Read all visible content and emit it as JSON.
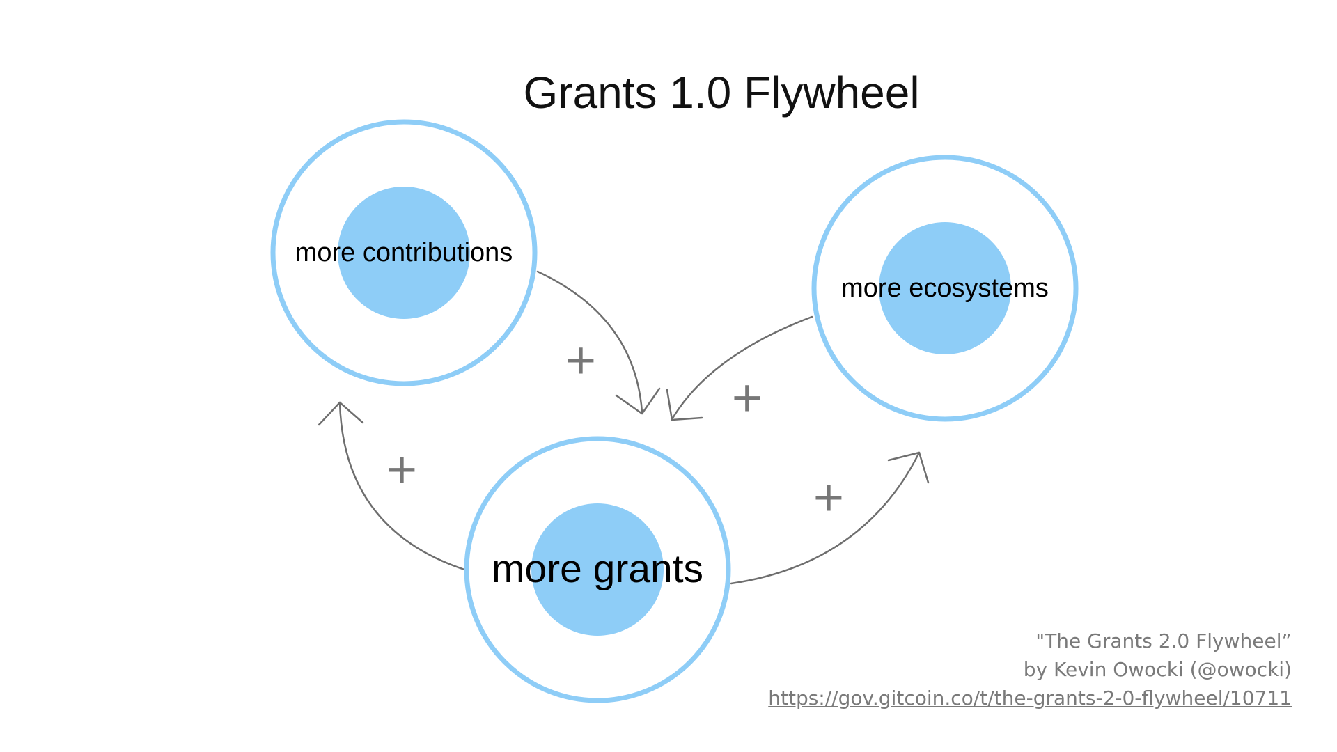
{
  "title": "Grants 1.0 Flywheel",
  "colors": {
    "ring": "#8ecdf7",
    "fill": "#8ecdf7",
    "arrow": "#6e6e6e",
    "plus": "#777777",
    "credit": "#7a7a7a"
  },
  "nodes": {
    "contributions": {
      "label": "more contributions"
    },
    "ecosystems": {
      "label": "more ecosystems"
    },
    "grants": {
      "label": "more grants"
    }
  },
  "edges": [
    {
      "from": "more contributions",
      "to": "more grants",
      "sign": "+"
    },
    {
      "from": "more ecosystems",
      "to": "more grants",
      "sign": "+"
    },
    {
      "from": "more grants",
      "to": "more contributions",
      "sign": "+"
    },
    {
      "from": "more grants",
      "to": "more ecosystems",
      "sign": "+"
    }
  ],
  "credit": {
    "line1": "\"The Grants 2.0 Flywheel”",
    "line2": "by Kevin Owocki (@owocki)",
    "link": "https://gov.gitcoin.co/t/the-grants-2-0-flywheel/10711"
  }
}
